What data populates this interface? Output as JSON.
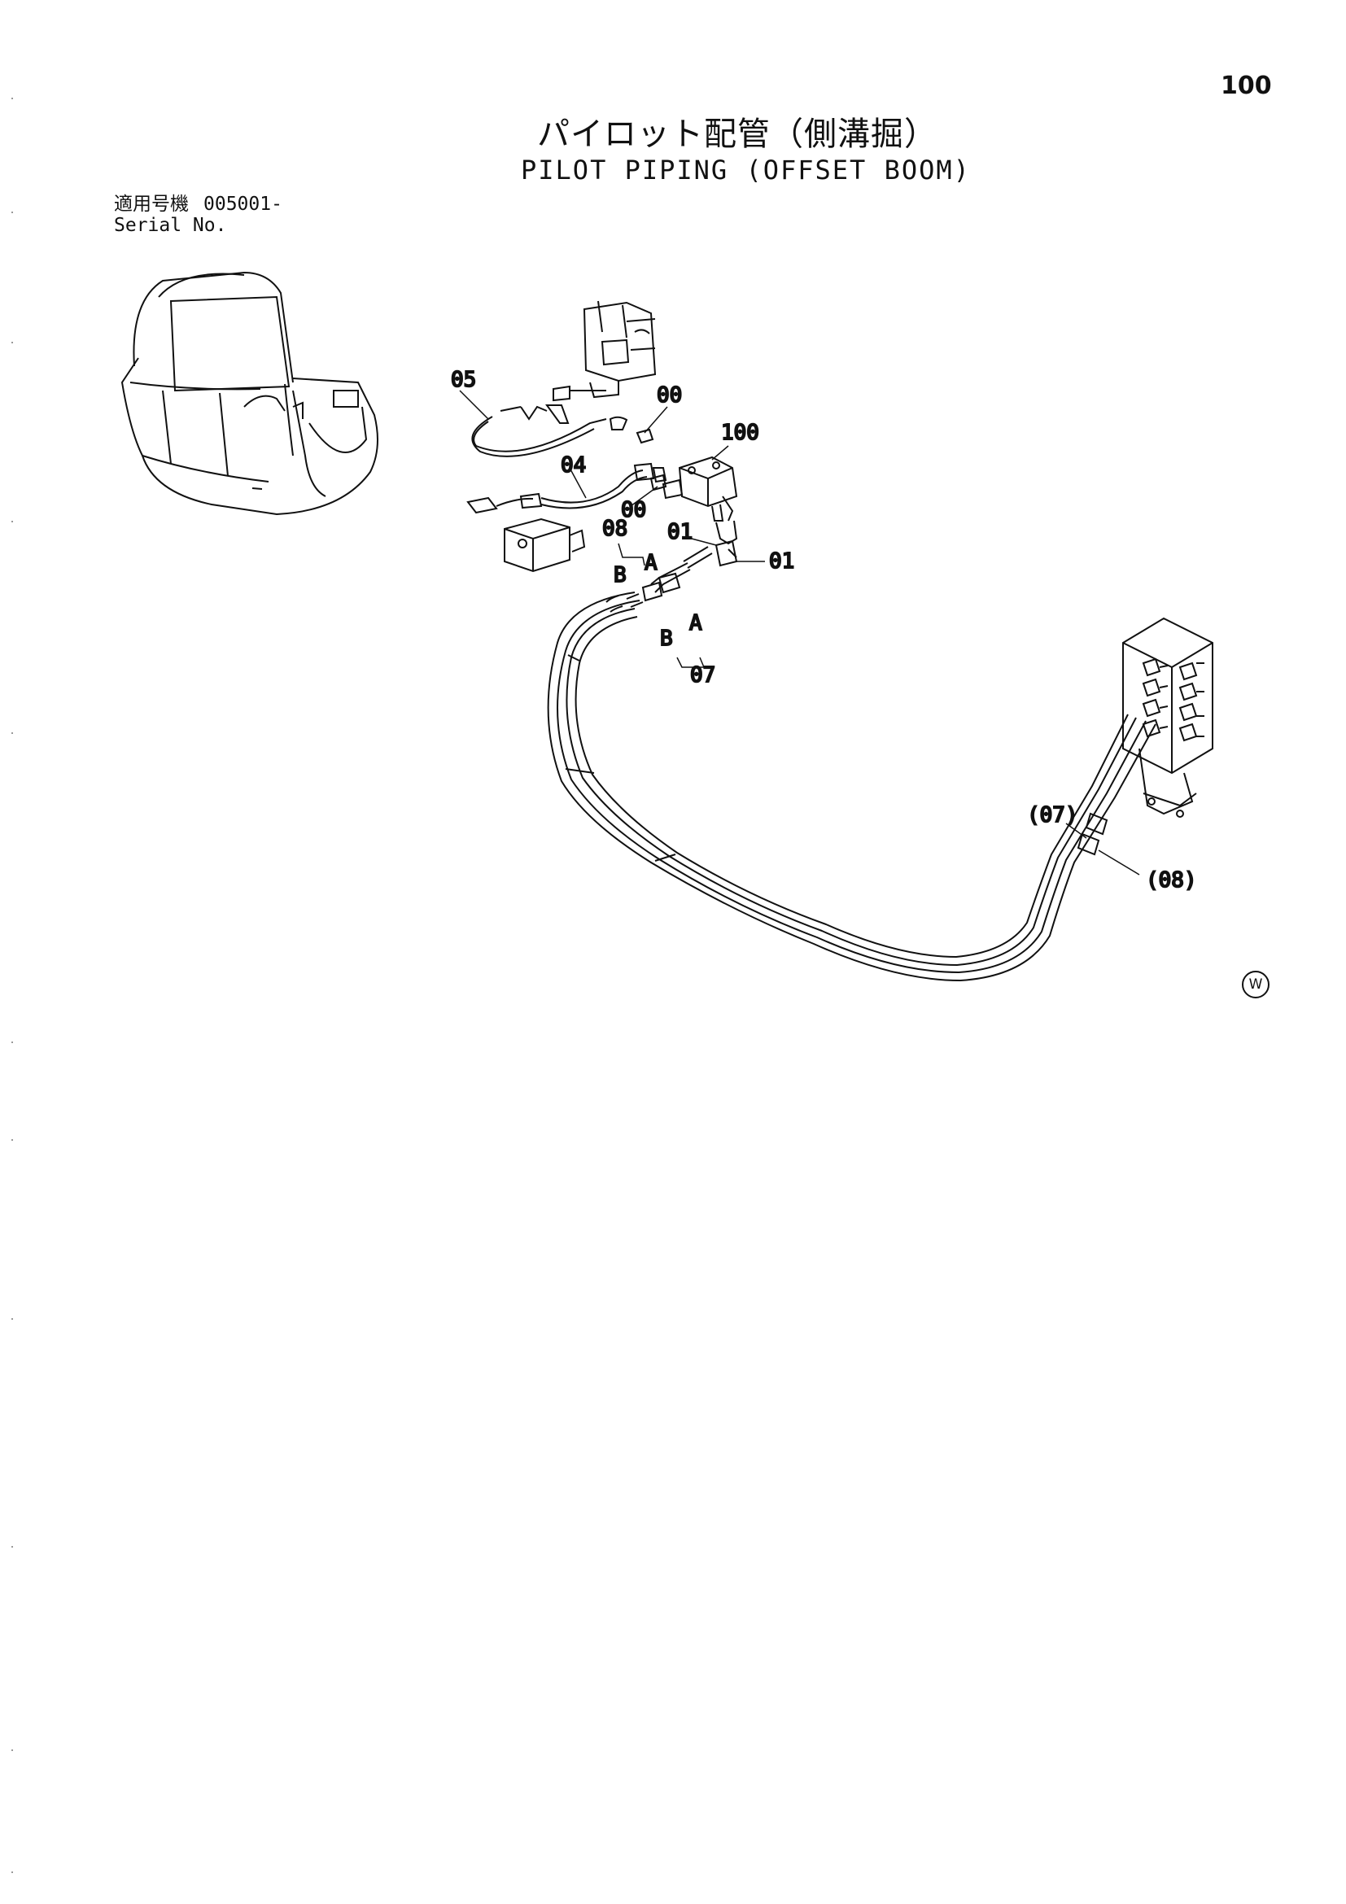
{
  "page_number": "100",
  "title_jp": "パイロット配管（側溝掘）",
  "title_en": "PILOT PIPING (OFFSET BOOM)",
  "serial": {
    "label_jp": "適用号機",
    "value": "005001-",
    "label_en": "Serial No."
  },
  "callouts": {
    "c05": "05",
    "c00_top": "00",
    "c100": "100",
    "c04": "04",
    "c00_mid": "00",
    "c08": "08",
    "c01_left": "01",
    "c01_right": "01",
    "cB_top": "B",
    "cA_top": "A",
    "cB_bottom": "B",
    "cA_bottom": "A",
    "c07": "07",
    "c07_paren": "(07)",
    "c08_paren": "(08)"
  },
  "watermark": "W"
}
